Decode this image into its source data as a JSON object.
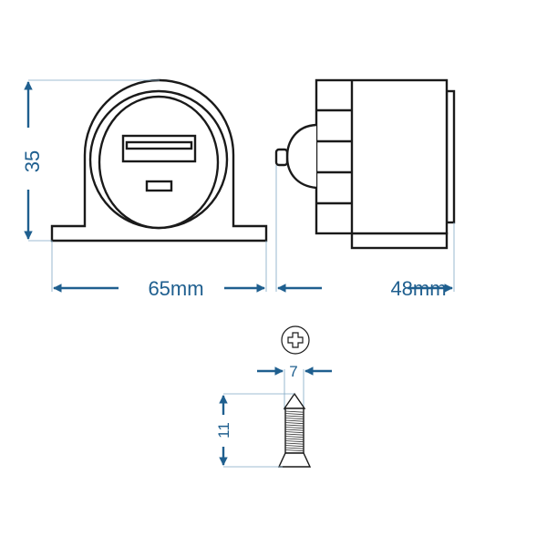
{
  "dimensions": {
    "height_label": "35",
    "width_label": "65mm",
    "depth_label": "48mm",
    "screw_diameter_label": "7",
    "screw_length_label": "11"
  },
  "colors": {
    "dimension": "#1f5f8f",
    "outline": "#1a1a1a"
  },
  "icons": {
    "screw_head": "phillips-screw-head-icon"
  }
}
